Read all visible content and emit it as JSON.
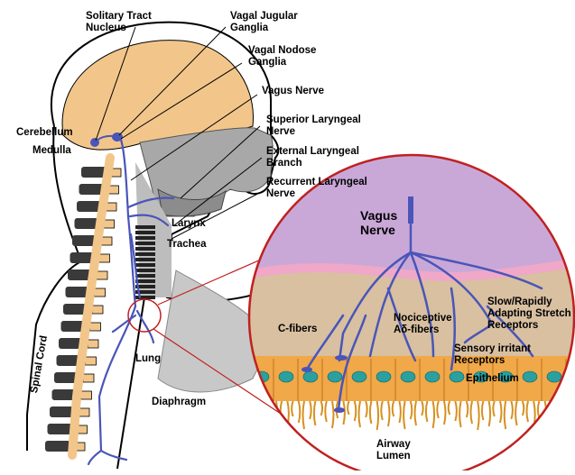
{
  "labels": {
    "solitary_tract": "Solitary Tract\nNucleus",
    "jugular": "Vagal Jugular\nGanglia",
    "nodose": "Vagal Nodose\nGanglia",
    "vagus": "Vagus Nerve",
    "superior_laryngeal": "Superior Laryngeal\nNerve",
    "external_laryngeal": "External Laryngeal\nBranch",
    "recurrent_laryngeal": "Recurrent Laryngeal\nNerve",
    "cerebellum": "Cerebellum",
    "medulla": "Medulla",
    "larynx": "Larynx",
    "trachea": "Trachea",
    "spinal_cord": "Spinal Cord",
    "lung": "Lung",
    "diaphragm": "Diaphragm",
    "inset_vagus": "Vagus\nNerve",
    "c_fibers": "C-fibers",
    "nociceptive": "Nociceptive\nAδ-fibers",
    "stretch": "Slow/Rapidly\nAdapting Stretch\nReceptors",
    "irritant": "Sensory irritant\nReceptors",
    "epithelium": "Epithelium",
    "airway": "Airway\nLumen"
  },
  "colors": {
    "brain": "#f2c68a",
    "skull": "#8c8c8c",
    "head_shadow": "#c8c8c8",
    "nerve": "#4a55b8",
    "spine_cord": "#f2c68a",
    "vertebra": "#3a3a3a",
    "inset_top": "#c9a8d8",
    "inset_tissue": "#d8c0a0",
    "inset_pink": "#f0a8c8",
    "epithelium": "#f0a848",
    "cell_nucleus": "#2aa0a0",
    "red_ring": "#c02020"
  }
}
